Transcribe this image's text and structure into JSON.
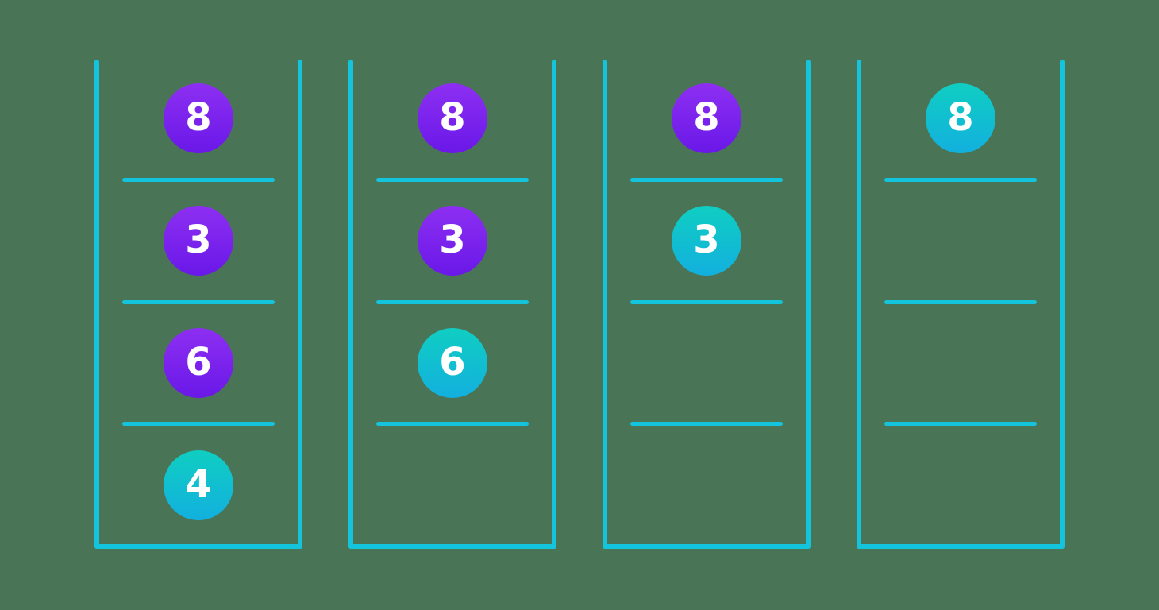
{
  "colors": {
    "background": "#4a7456",
    "stroke": "#14c4dc",
    "ball_purple_top": "#8d2ff2",
    "ball_purple_bottom": "#6a18e8",
    "ball_cyan_top": "#10cec2",
    "ball_cyan_bottom": "#12b0de",
    "ball_text": "#ffffff"
  },
  "layout": {
    "stack_left_start": 119,
    "stack_pitch": 320
  },
  "stacks": [
    {
      "slots": [
        {
          "value": "8",
          "variant": "purple"
        },
        {
          "value": "3",
          "variant": "purple"
        },
        {
          "value": "6",
          "variant": "purple"
        },
        {
          "value": "4",
          "variant": "cyan"
        }
      ]
    },
    {
      "slots": [
        {
          "value": "8",
          "variant": "purple"
        },
        {
          "value": "3",
          "variant": "purple"
        },
        {
          "value": "6",
          "variant": "cyan"
        },
        null
      ]
    },
    {
      "slots": [
        {
          "value": "8",
          "variant": "purple"
        },
        {
          "value": "3",
          "variant": "cyan"
        },
        null,
        null
      ]
    },
    {
      "slots": [
        {
          "value": "8",
          "variant": "cyan"
        },
        null,
        null,
        null
      ]
    }
  ]
}
